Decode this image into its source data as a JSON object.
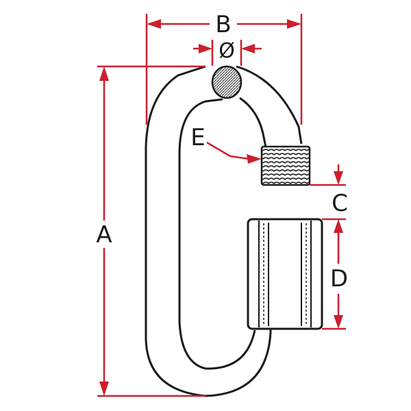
{
  "diagram": {
    "labels": {
      "A": "A",
      "B": "B",
      "C": "C",
      "D": "D",
      "E": "E",
      "diameter": "Ø"
    },
    "colors": {
      "dimension": "#cc1f2e",
      "outline": "#1a1a1a",
      "background": "#ffffff"
    }
  }
}
